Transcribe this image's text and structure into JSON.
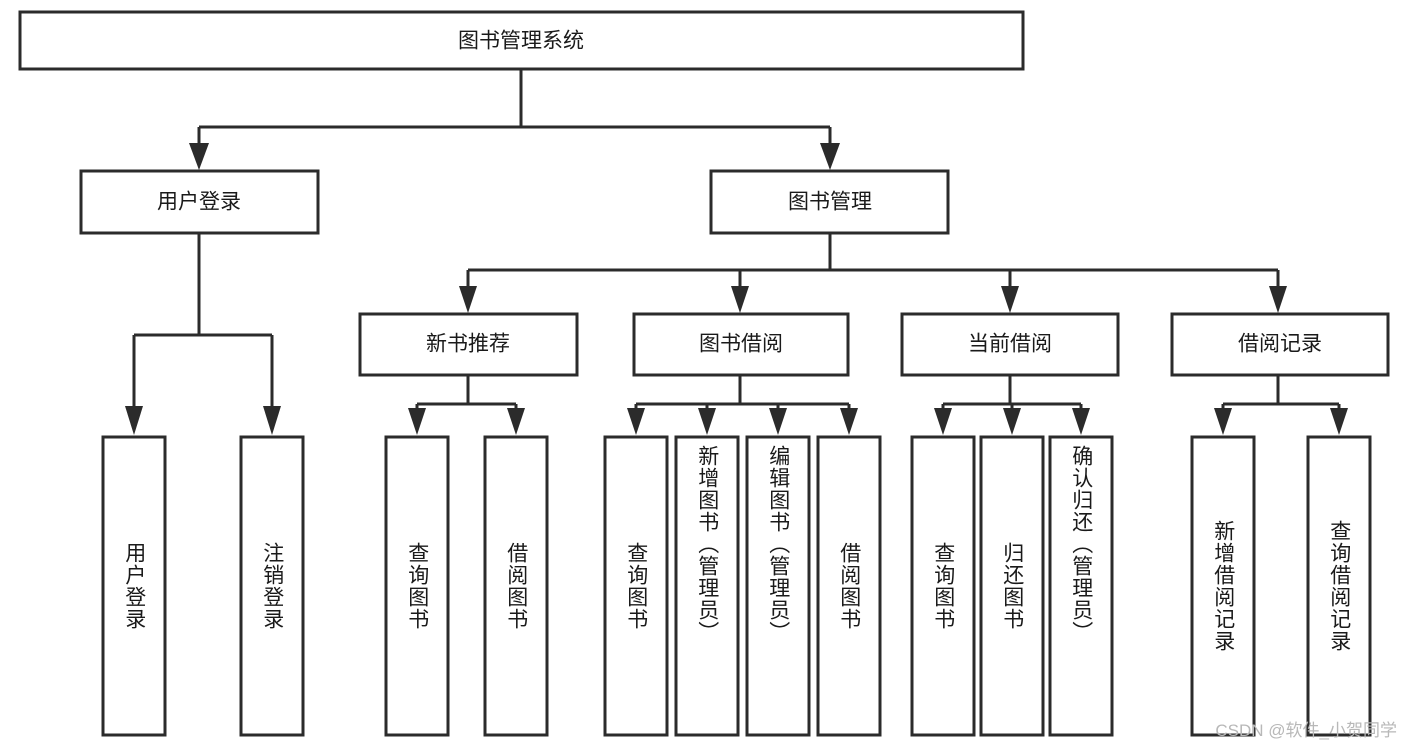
{
  "diagram": {
    "type": "tree-hierarchy-chart",
    "title": "图书管理系统",
    "watermark": "CSDN @软件_小贺同学",
    "colors": {
      "background": "#ffffff",
      "stroke": "#2b2b2b",
      "fill": "#ffffff",
      "text": "#1a1a1a",
      "watermark": "#b8b8b8"
    },
    "root": {
      "label": "图书管理系统"
    },
    "level2": [
      {
        "label": "用户登录"
      },
      {
        "label": "图书管理"
      }
    ],
    "level3": [
      {
        "label": "新书推荐"
      },
      {
        "label": "图书借阅"
      },
      {
        "label": "当前借阅"
      },
      {
        "label": "借阅记录"
      }
    ],
    "leaves": {
      "user_login": [
        {
          "label": "用户登录"
        },
        {
          "label": "注销登录"
        }
      ],
      "new_book_recommend": [
        {
          "label": "查询图书"
        },
        {
          "label": "借阅图书"
        }
      ],
      "book_borrow": [
        {
          "label": "查询图书"
        },
        {
          "label": "新增图书（管理员）"
        },
        {
          "label": "编辑图书（管理员）"
        },
        {
          "label": "借阅图书"
        }
      ],
      "current_borrow": [
        {
          "label": "查询图书"
        },
        {
          "label": "归还图书"
        },
        {
          "label": "确认归还（管理员）"
        }
      ],
      "borrow_record": [
        {
          "label": "新增借阅记录"
        },
        {
          "label": "查询借阅记录"
        }
      ]
    }
  }
}
